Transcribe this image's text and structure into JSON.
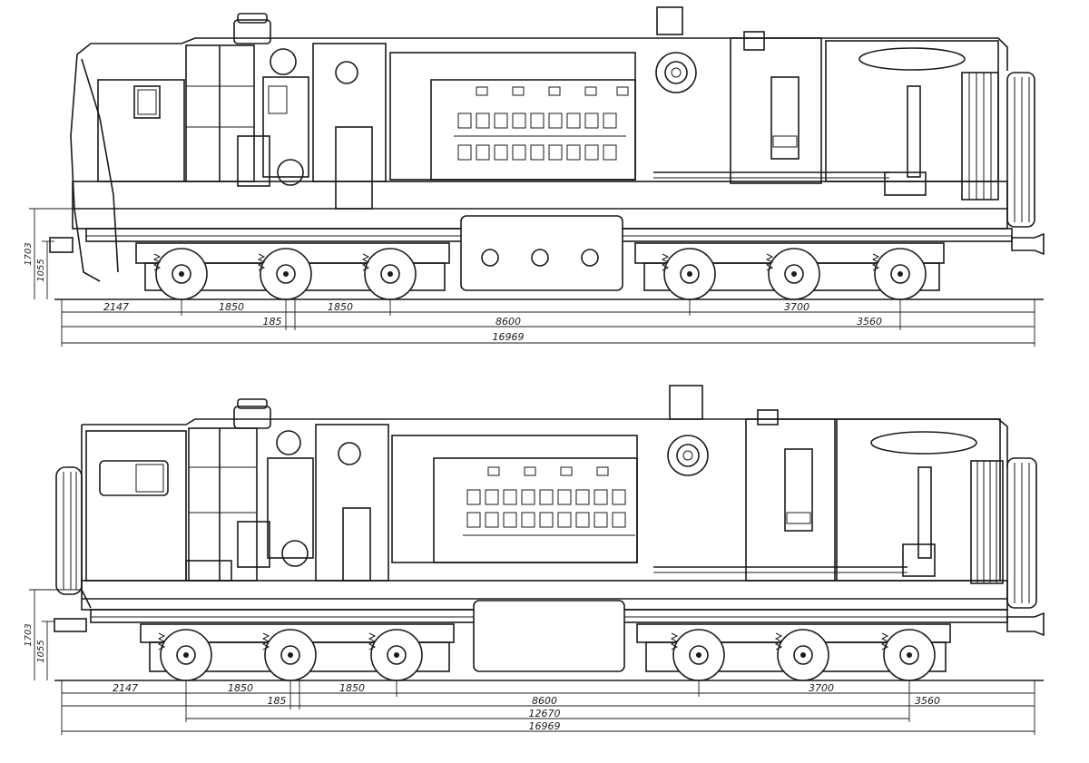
{
  "top_view": {
    "dims": {
      "d2147": "2147",
      "d1850a": "1850",
      "d185": "185",
      "d1850b": "1850",
      "d8600": "8600",
      "d3700": "3700",
      "d3560": "3560",
      "d16969": "16969",
      "v1703": "1703",
      "v1055": "1055"
    }
  },
  "bottom_view": {
    "dims": {
      "d2147": "2147",
      "d1850a": "1850",
      "d185": "185",
      "d1850b": "1850",
      "d8600": "8600",
      "d3700": "3700",
      "d3560": "3560",
      "d12670": "12670",
      "d16969": "16969",
      "v1703": "1703",
      "v1055": "1055"
    }
  }
}
